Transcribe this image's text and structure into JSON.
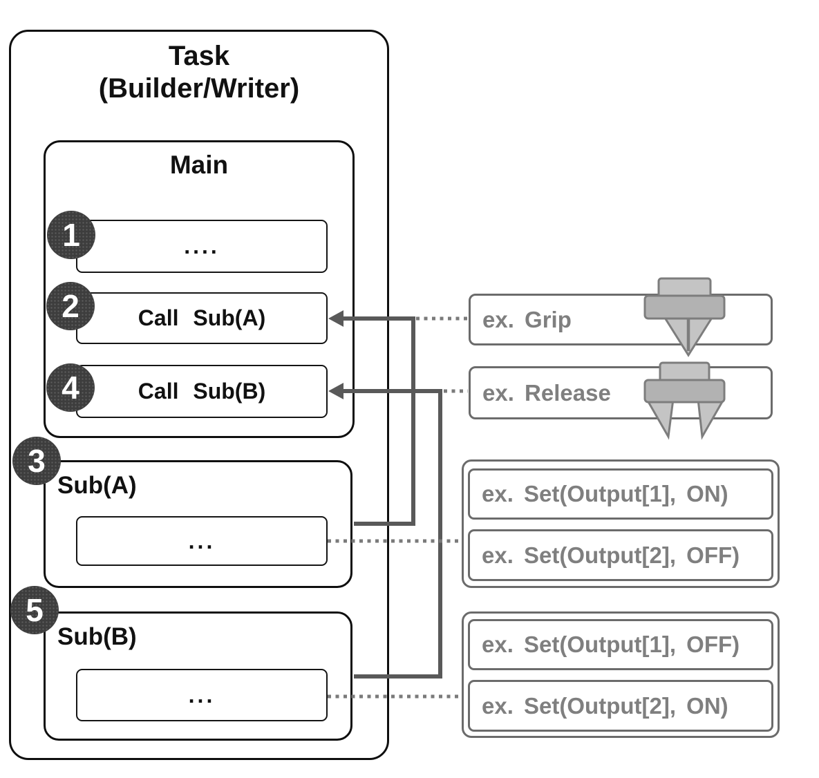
{
  "diagram": {
    "task": {
      "title_line1": "Task",
      "title_line2": "(Builder/Writer)"
    },
    "main": {
      "title": "Main",
      "steps": [
        {
          "badge": "1",
          "label": "...."
        },
        {
          "badge": "2",
          "label": "Call Sub(A)"
        },
        {
          "badge": "4",
          "label": "Call Sub(B)"
        }
      ]
    },
    "sub_a": {
      "badge": "3",
      "title": "Sub(A)",
      "body": "..."
    },
    "sub_b": {
      "badge": "5",
      "title": "Sub(B)",
      "body": "..."
    },
    "examples": {
      "grip_label": "ex. Grip",
      "grip_icon": "gripper-closed-icon",
      "release_label": "ex. Release",
      "release_icon": "gripper-open-icon",
      "sub_a_items": [
        "ex. Set(Output[1], ON)",
        "ex. Set(Output[2], OFF)"
      ],
      "sub_b_items": [
        "ex. Set(Output[1], OFF)",
        "ex. Set(Output[2], ON)"
      ]
    },
    "colors": {
      "box_border_black": "#0f0f0f",
      "badge_background": "#3d3d3d",
      "connector_solid": "#595959",
      "connector_dotted": "#7a7a7a",
      "example_border": "#6b6b6b",
      "example_text": "#7f7f7f",
      "icon_fill_light": "#c4c4c4",
      "icon_fill_mid": "#b2b2b2",
      "icon_stroke": "#7d7d7d"
    }
  }
}
